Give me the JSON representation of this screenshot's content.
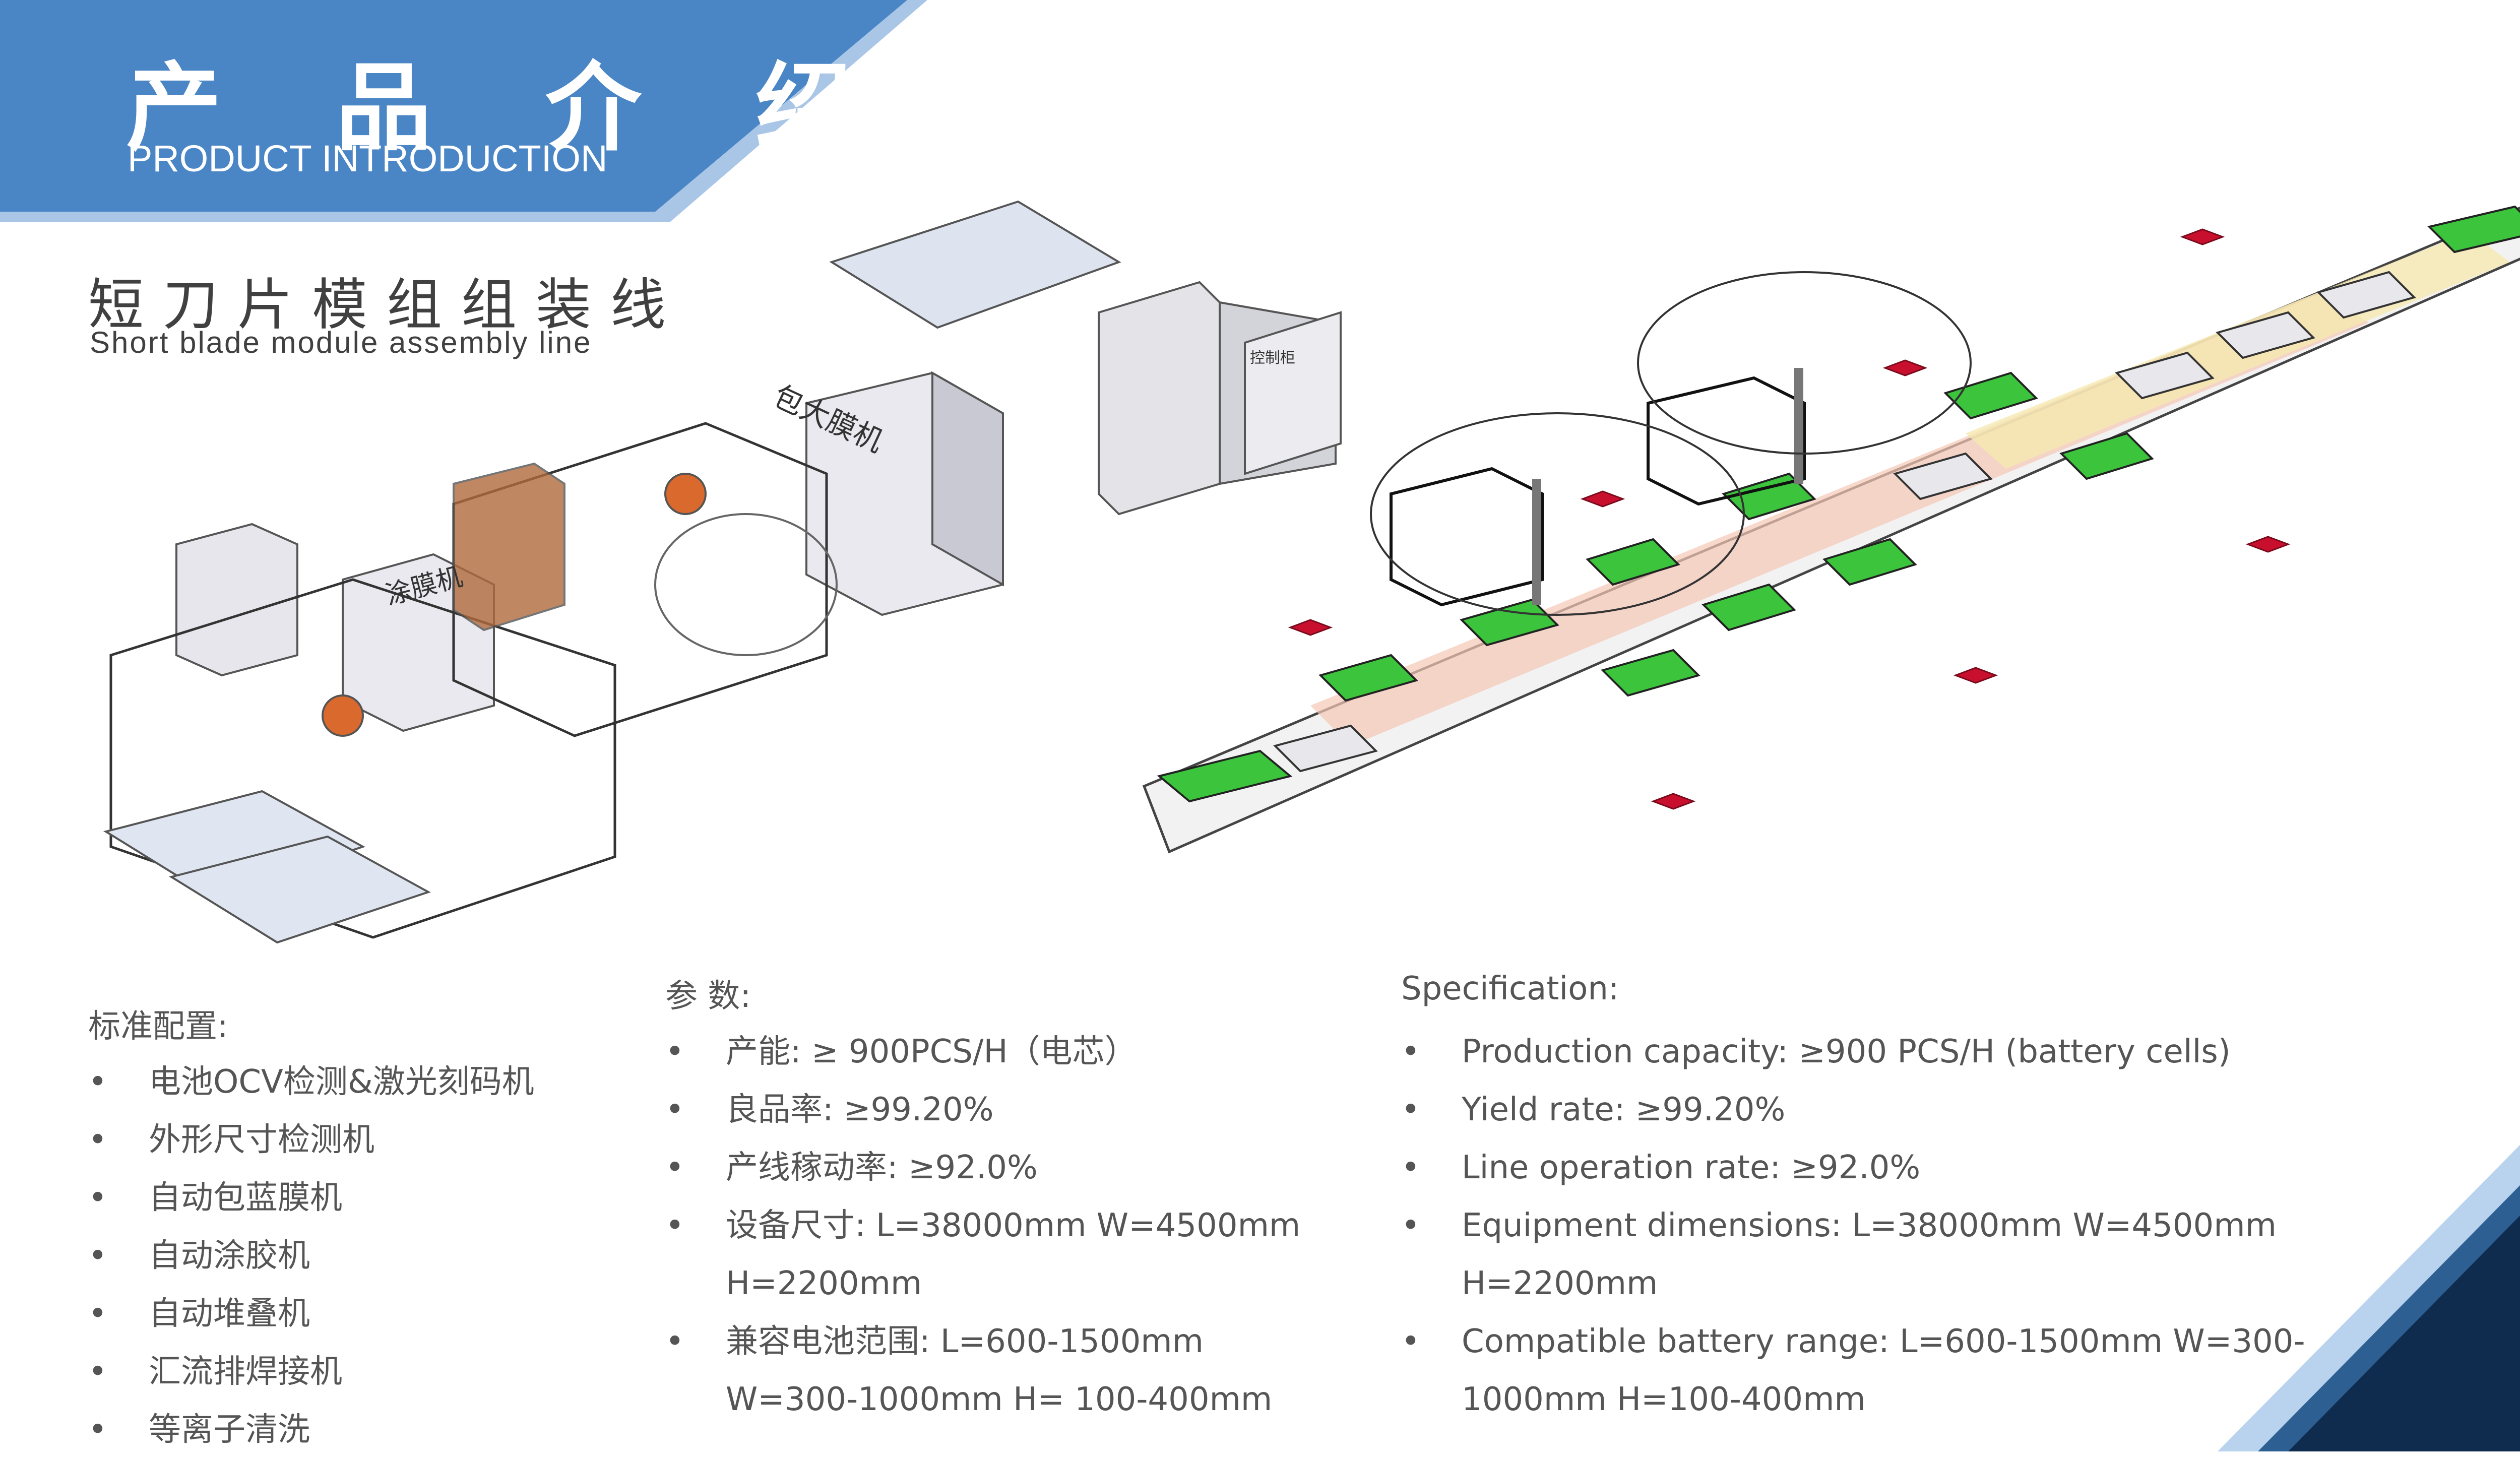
{
  "header": {
    "title_cn": "产 品 介 绍",
    "title_en": "PRODUCT INTRODUCTION"
  },
  "subtitle": {
    "cn": "短刀片模组组装线",
    "en": "Short blade module assembly line"
  },
  "machine_labels": {
    "film_machine": "包大膜机",
    "coating_machine": "涂膜机",
    "cabinet": "控制柜"
  },
  "standard_config": {
    "heading": "标准配置:",
    "items": [
      "电池OCV检测&激光刻码机",
      "外形尺寸检测机",
      "自动包蓝膜机",
      "自动涂胶机",
      "自动堆叠机",
      "汇流排焊接机",
      "等离子清洗"
    ]
  },
  "params_cn": {
    "heading": "参    数:",
    "items": [
      {
        "line1": "产能:  ≥ 900PCS/H（电芯）",
        "line2": ""
      },
      {
        "line1": "良品率: ≥99.20%",
        "line2": ""
      },
      {
        "line1": "产线稼动率: ≥92.0%",
        "line2": ""
      },
      {
        "line1": "设备尺寸: L=38000mm  W=4500mm",
        "line2": "H=2200mm"
      },
      {
        "line1": "兼容电池范围:  L=600-1500mm",
        "line2": "W=300-1000mm  H= 100-400mm"
      }
    ]
  },
  "params_en": {
    "heading": "Specification:",
    "items": [
      {
        "line1": "Production capacity: ≥900 PCS/H (battery cells)",
        "line2": ""
      },
      {
        "line1": "Yield rate: ≥99.20%",
        "line2": ""
      },
      {
        "line1": "Line operation rate: ≥92.0%",
        "line2": ""
      },
      {
        "line1": "Equipment dimensions: L=38000mm W=4500mm",
        "line2": "H=2200mm"
      },
      {
        "line1": "Compatible battery range: L=600-1500mm W=300-",
        "line2": "1000mm H=100-400mm"
      }
    ]
  },
  "colors": {
    "banner_blue": "#4a86c5",
    "banner_light": "#a9c6e6",
    "corner_dark": "#0f2b4d",
    "corner_mid": "#2d5f93",
    "corner_light": "#b9d3ee",
    "green_pad": "#3cc43c",
    "red_marker": "#c8102e"
  }
}
